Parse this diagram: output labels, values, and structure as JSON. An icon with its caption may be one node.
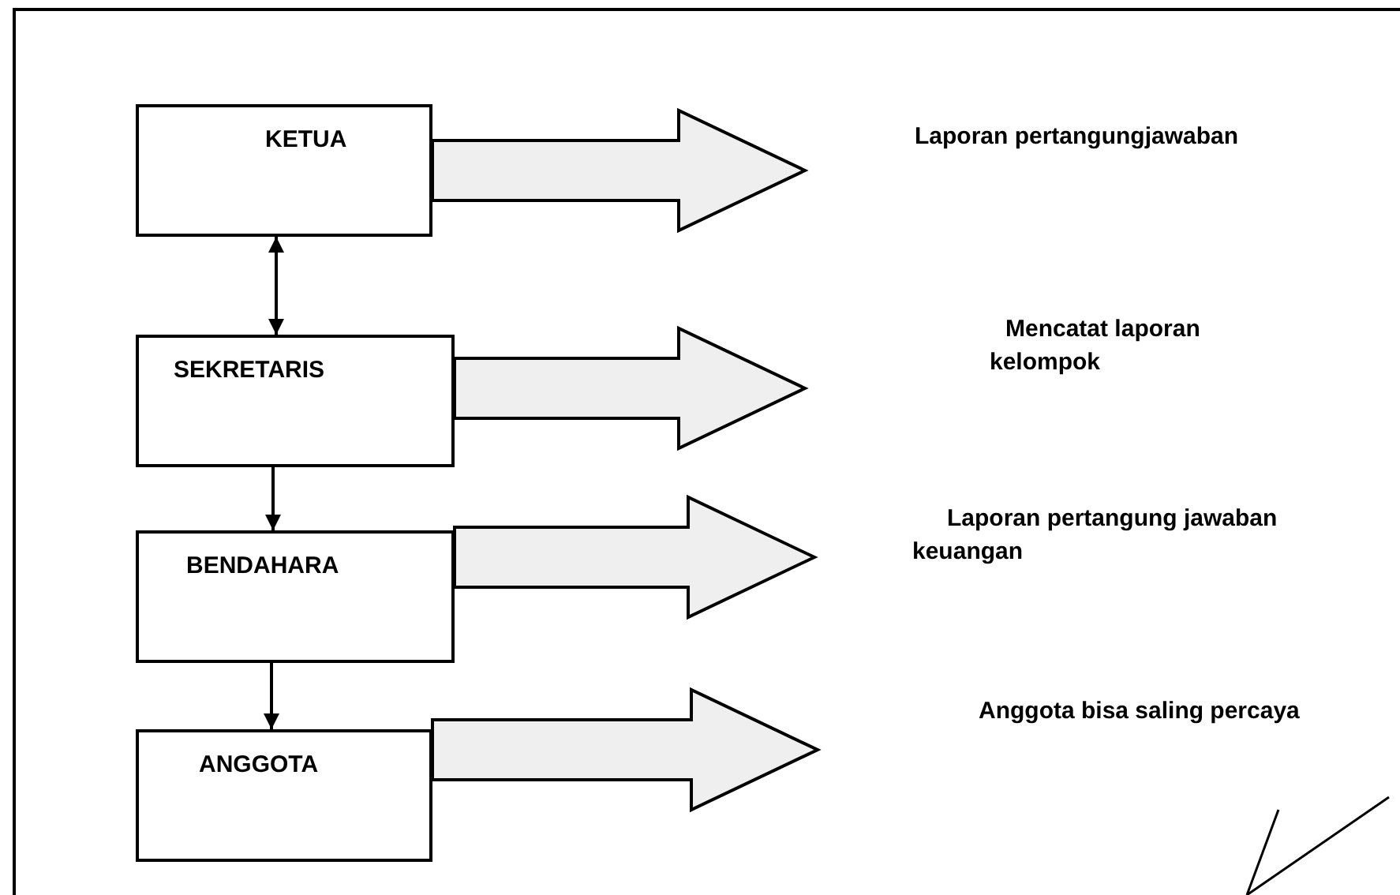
{
  "diagram": {
    "nodes": [
      {
        "text": [
          "KETUA"
        ]
      },
      {
        "text": [
          "SEKRETARIS"
        ]
      },
      {
        "text": [
          "BENDAHARA"
        ]
      },
      {
        "text": [
          "ANGGOTA"
        ]
      },
      {
        "text": [
          "Laporan pertangungjawaban"
        ]
      },
      {
        "text": [
          "Mencatat laporan kelompok"
        ]
      },
      {
        "text": [
          "Laporan pertangung jawaban keuangan"
        ]
      },
      {
        "text": [
          "Anggota bisa saling percaya"
        ]
      }
    ],
    "edges": [
      {
        "from": 0,
        "to": 1,
        "arrow": "both"
      },
      {
        "from": 1,
        "to": 2,
        "arrow": "to"
      },
      {
        "from": 2,
        "to": 3,
        "arrow": "to"
      },
      {
        "from": 0,
        "to": 4,
        "arrow": "to",
        "style": "thick"
      },
      {
        "from": 1,
        "to": 5,
        "arrow": "to",
        "style": "thick"
      },
      {
        "from": 2,
        "to": 6,
        "arrow": "to",
        "style": "thick"
      },
      {
        "from": 3,
        "to": 7,
        "arrow": "to",
        "style": "thick"
      }
    ]
  }
}
